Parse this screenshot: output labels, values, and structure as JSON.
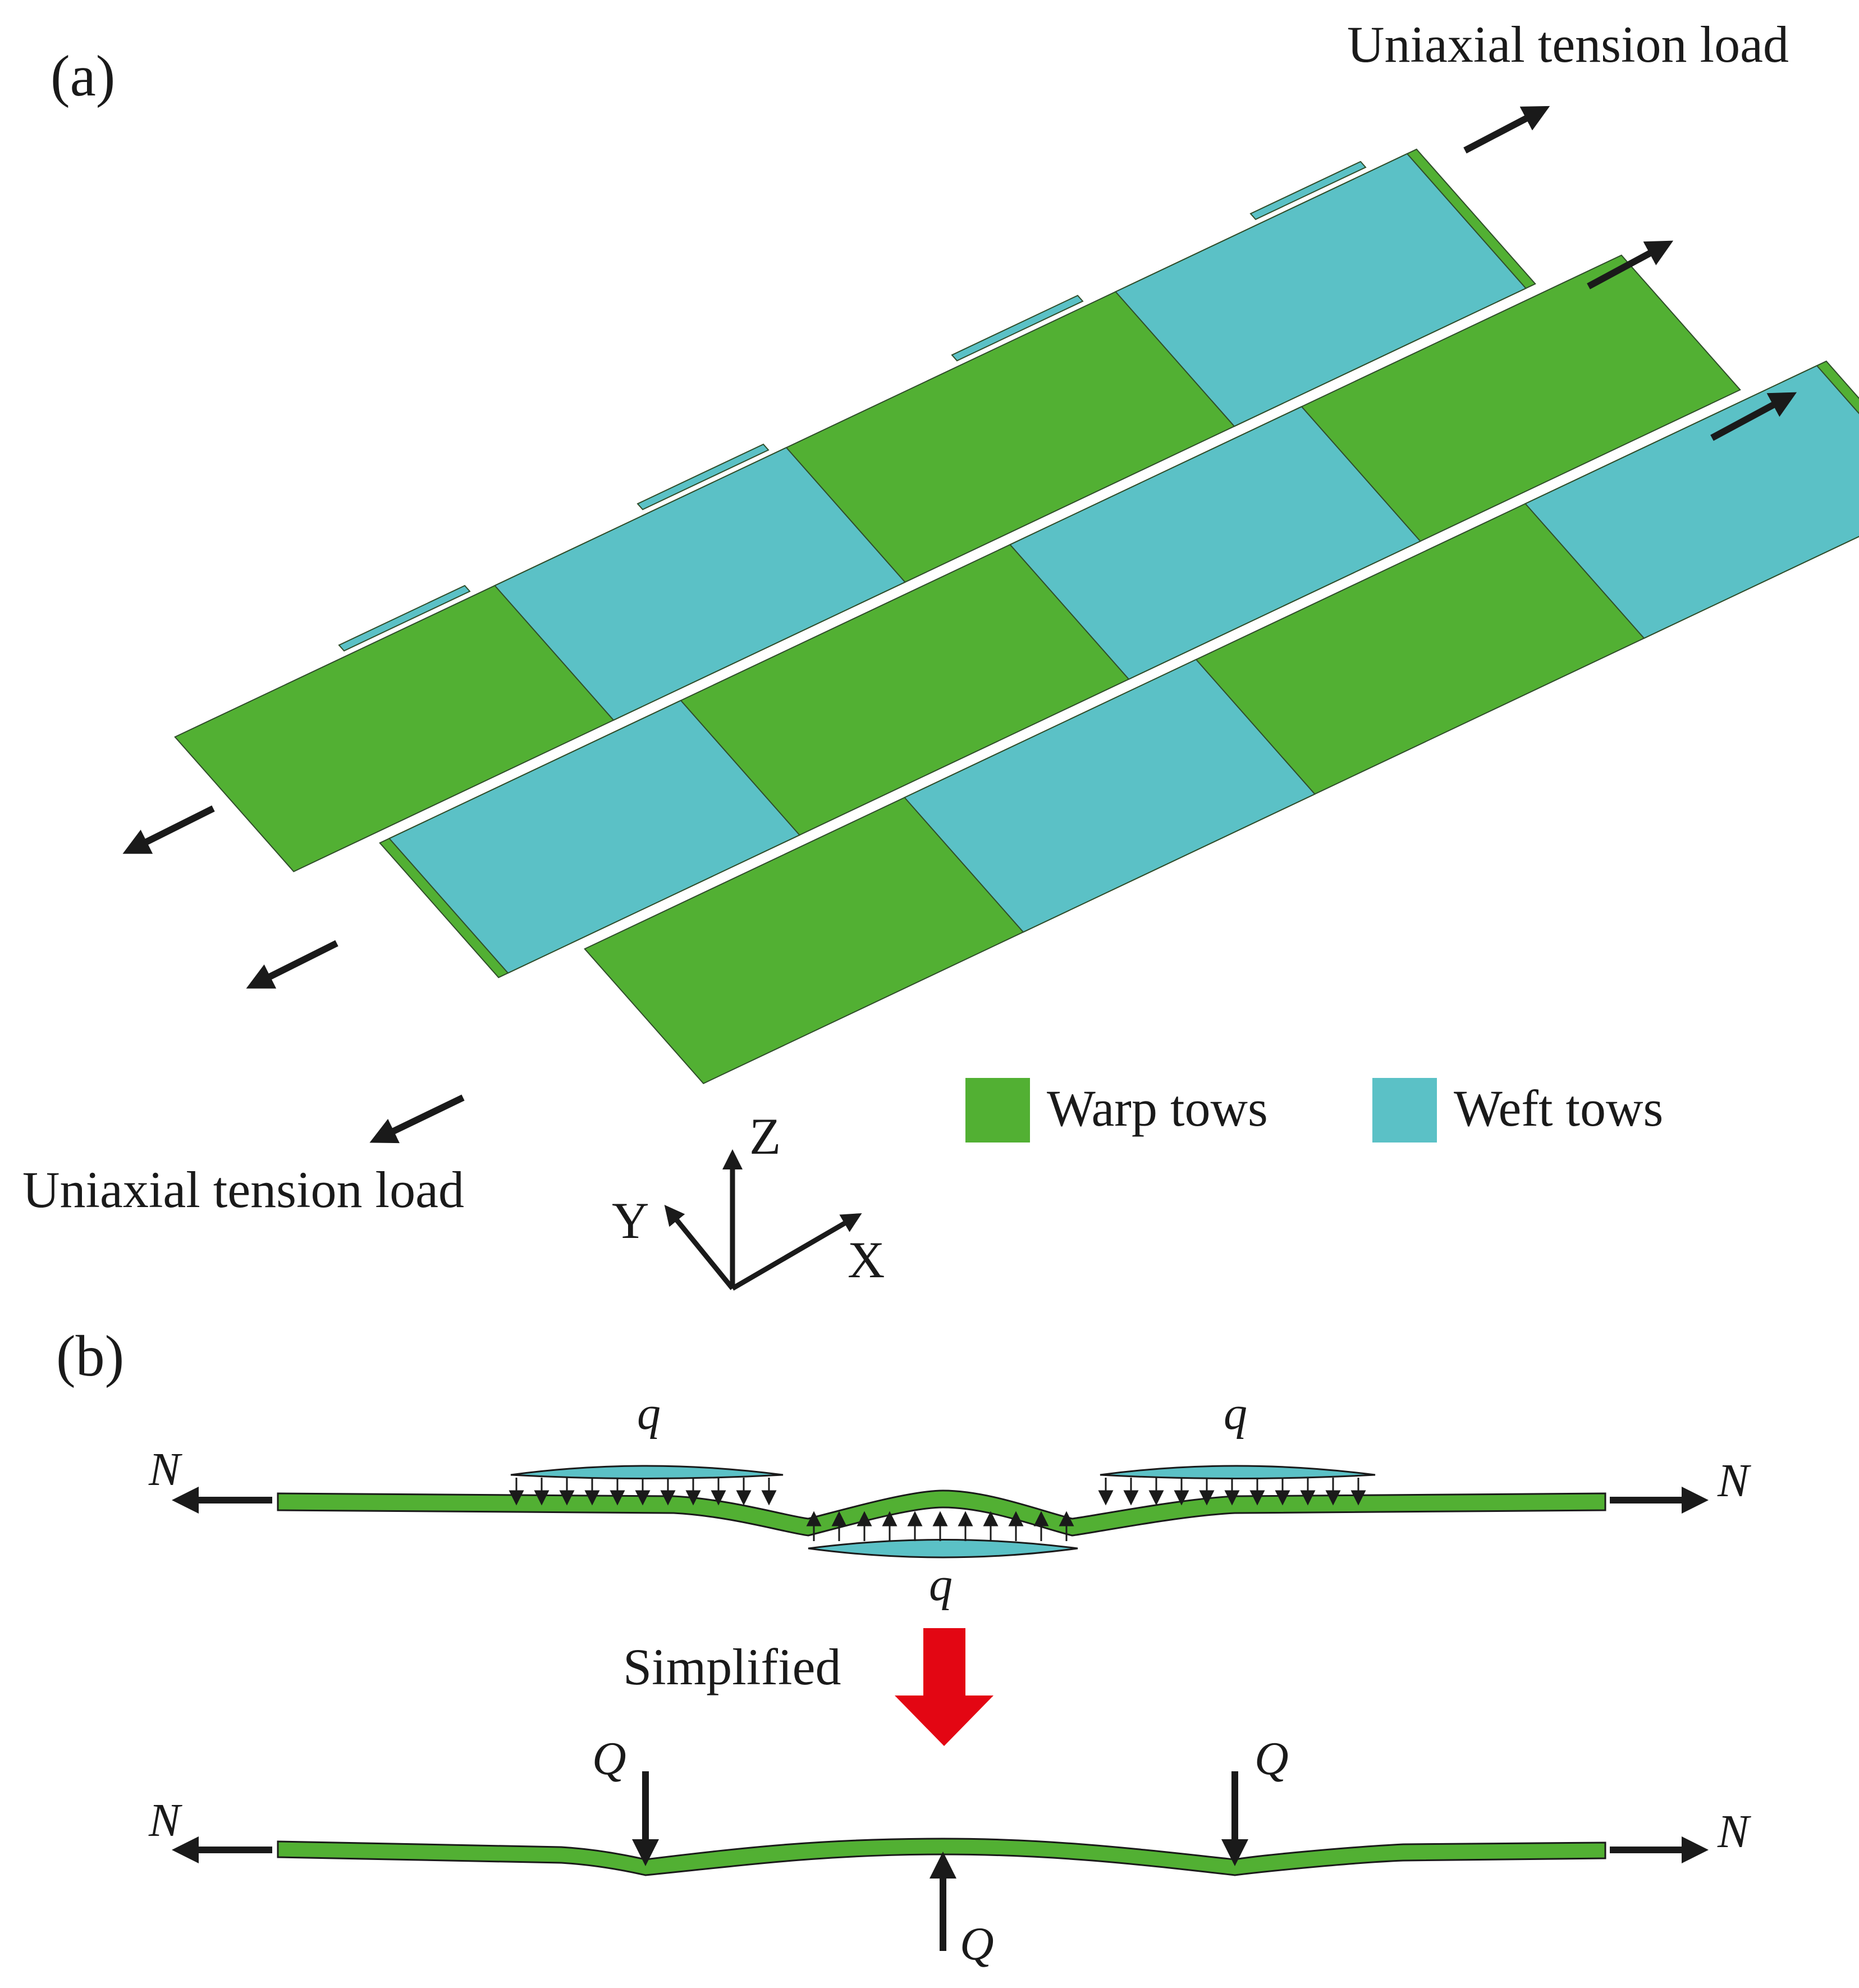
{
  "panel_a": {
    "label": "(a)",
    "load_top": "Uniaxial tension load",
    "load_bottom": "Uniaxial tension load",
    "legend": {
      "warp": "Warp tows",
      "weft": "Weft tows"
    },
    "axes": {
      "x": "X",
      "y": "Y",
      "z": "Z"
    }
  },
  "panel_b": {
    "label": "(b)",
    "distributed_load": "q",
    "axial_force": "N",
    "point_load": "Q",
    "simplified": "Simplified"
  },
  "colors": {
    "warp": "#52b033",
    "weft": "#5bc1c6",
    "arrow_red": "#e30613",
    "line": "#1a1a1a"
  }
}
